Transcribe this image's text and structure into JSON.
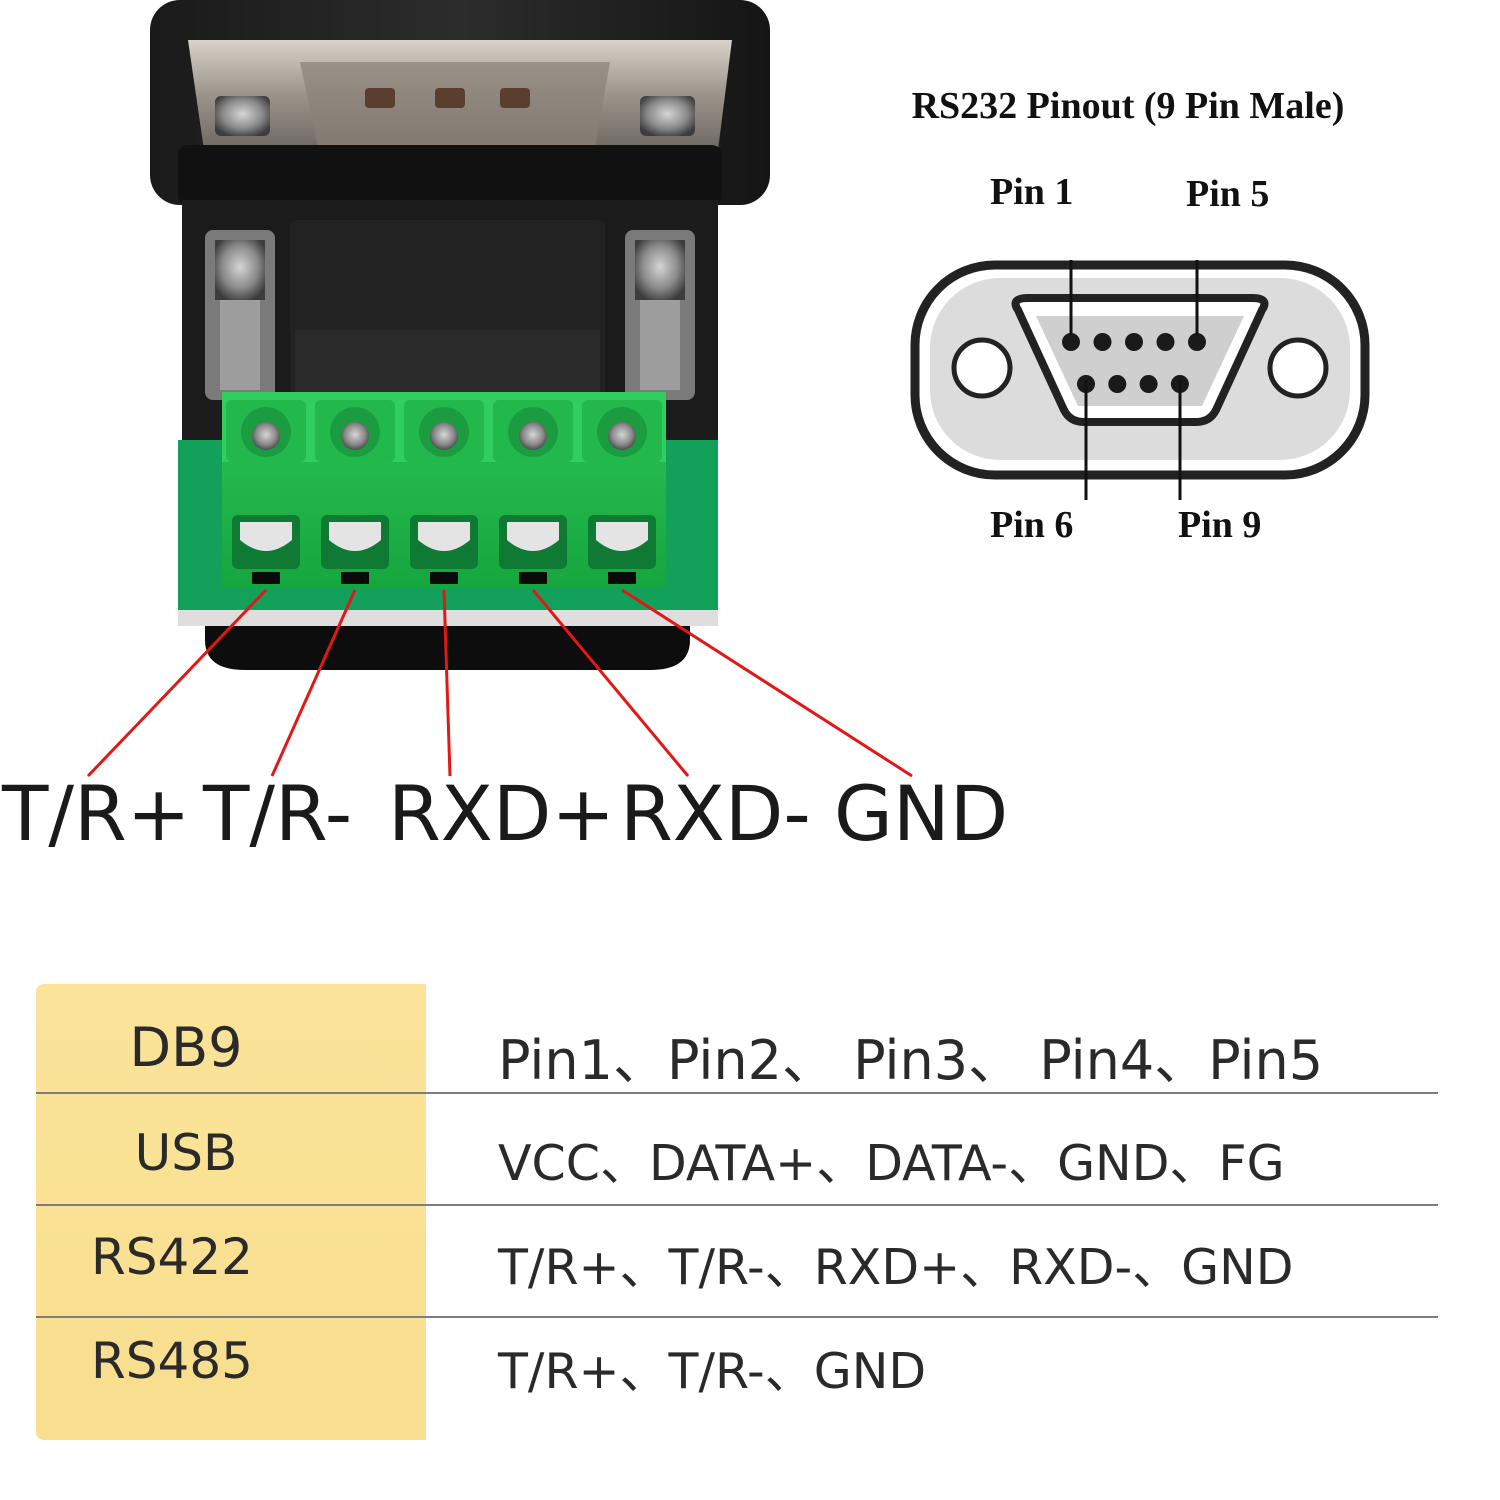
{
  "terminals": [
    {
      "label": "T/R+"
    },
    {
      "label": "T/R-"
    },
    {
      "label": "RXD+"
    },
    {
      "label": "RXD-"
    },
    {
      "label": "GND"
    }
  ],
  "pinout": {
    "title": "RS232 Pinout (9 Pin Male)",
    "labels": {
      "pin1": "Pin 1",
      "pin5": "Pin 5",
      "pin6": "Pin 6",
      "pin9": "Pin 9"
    }
  },
  "table": {
    "rows": [
      {
        "name": "DB9",
        "value": "Pin1、Pin2、 Pin3、 Pin4、Pin5"
      },
      {
        "name": "USB",
        "value": "VCC、DATA+、DATA-、GND、FG"
      },
      {
        "name": "RS422",
        "value": "T/R+、T/R-、RXD+、RXD-、GND"
      },
      {
        "name": "RS485",
        "value": "T/R+、T/R-、GND"
      }
    ]
  },
  "colors": {
    "terminal_block": "#1fb546",
    "pcb": "#12a05a",
    "leader_line": "#e01818",
    "table_label_bg": "#f9e294"
  }
}
